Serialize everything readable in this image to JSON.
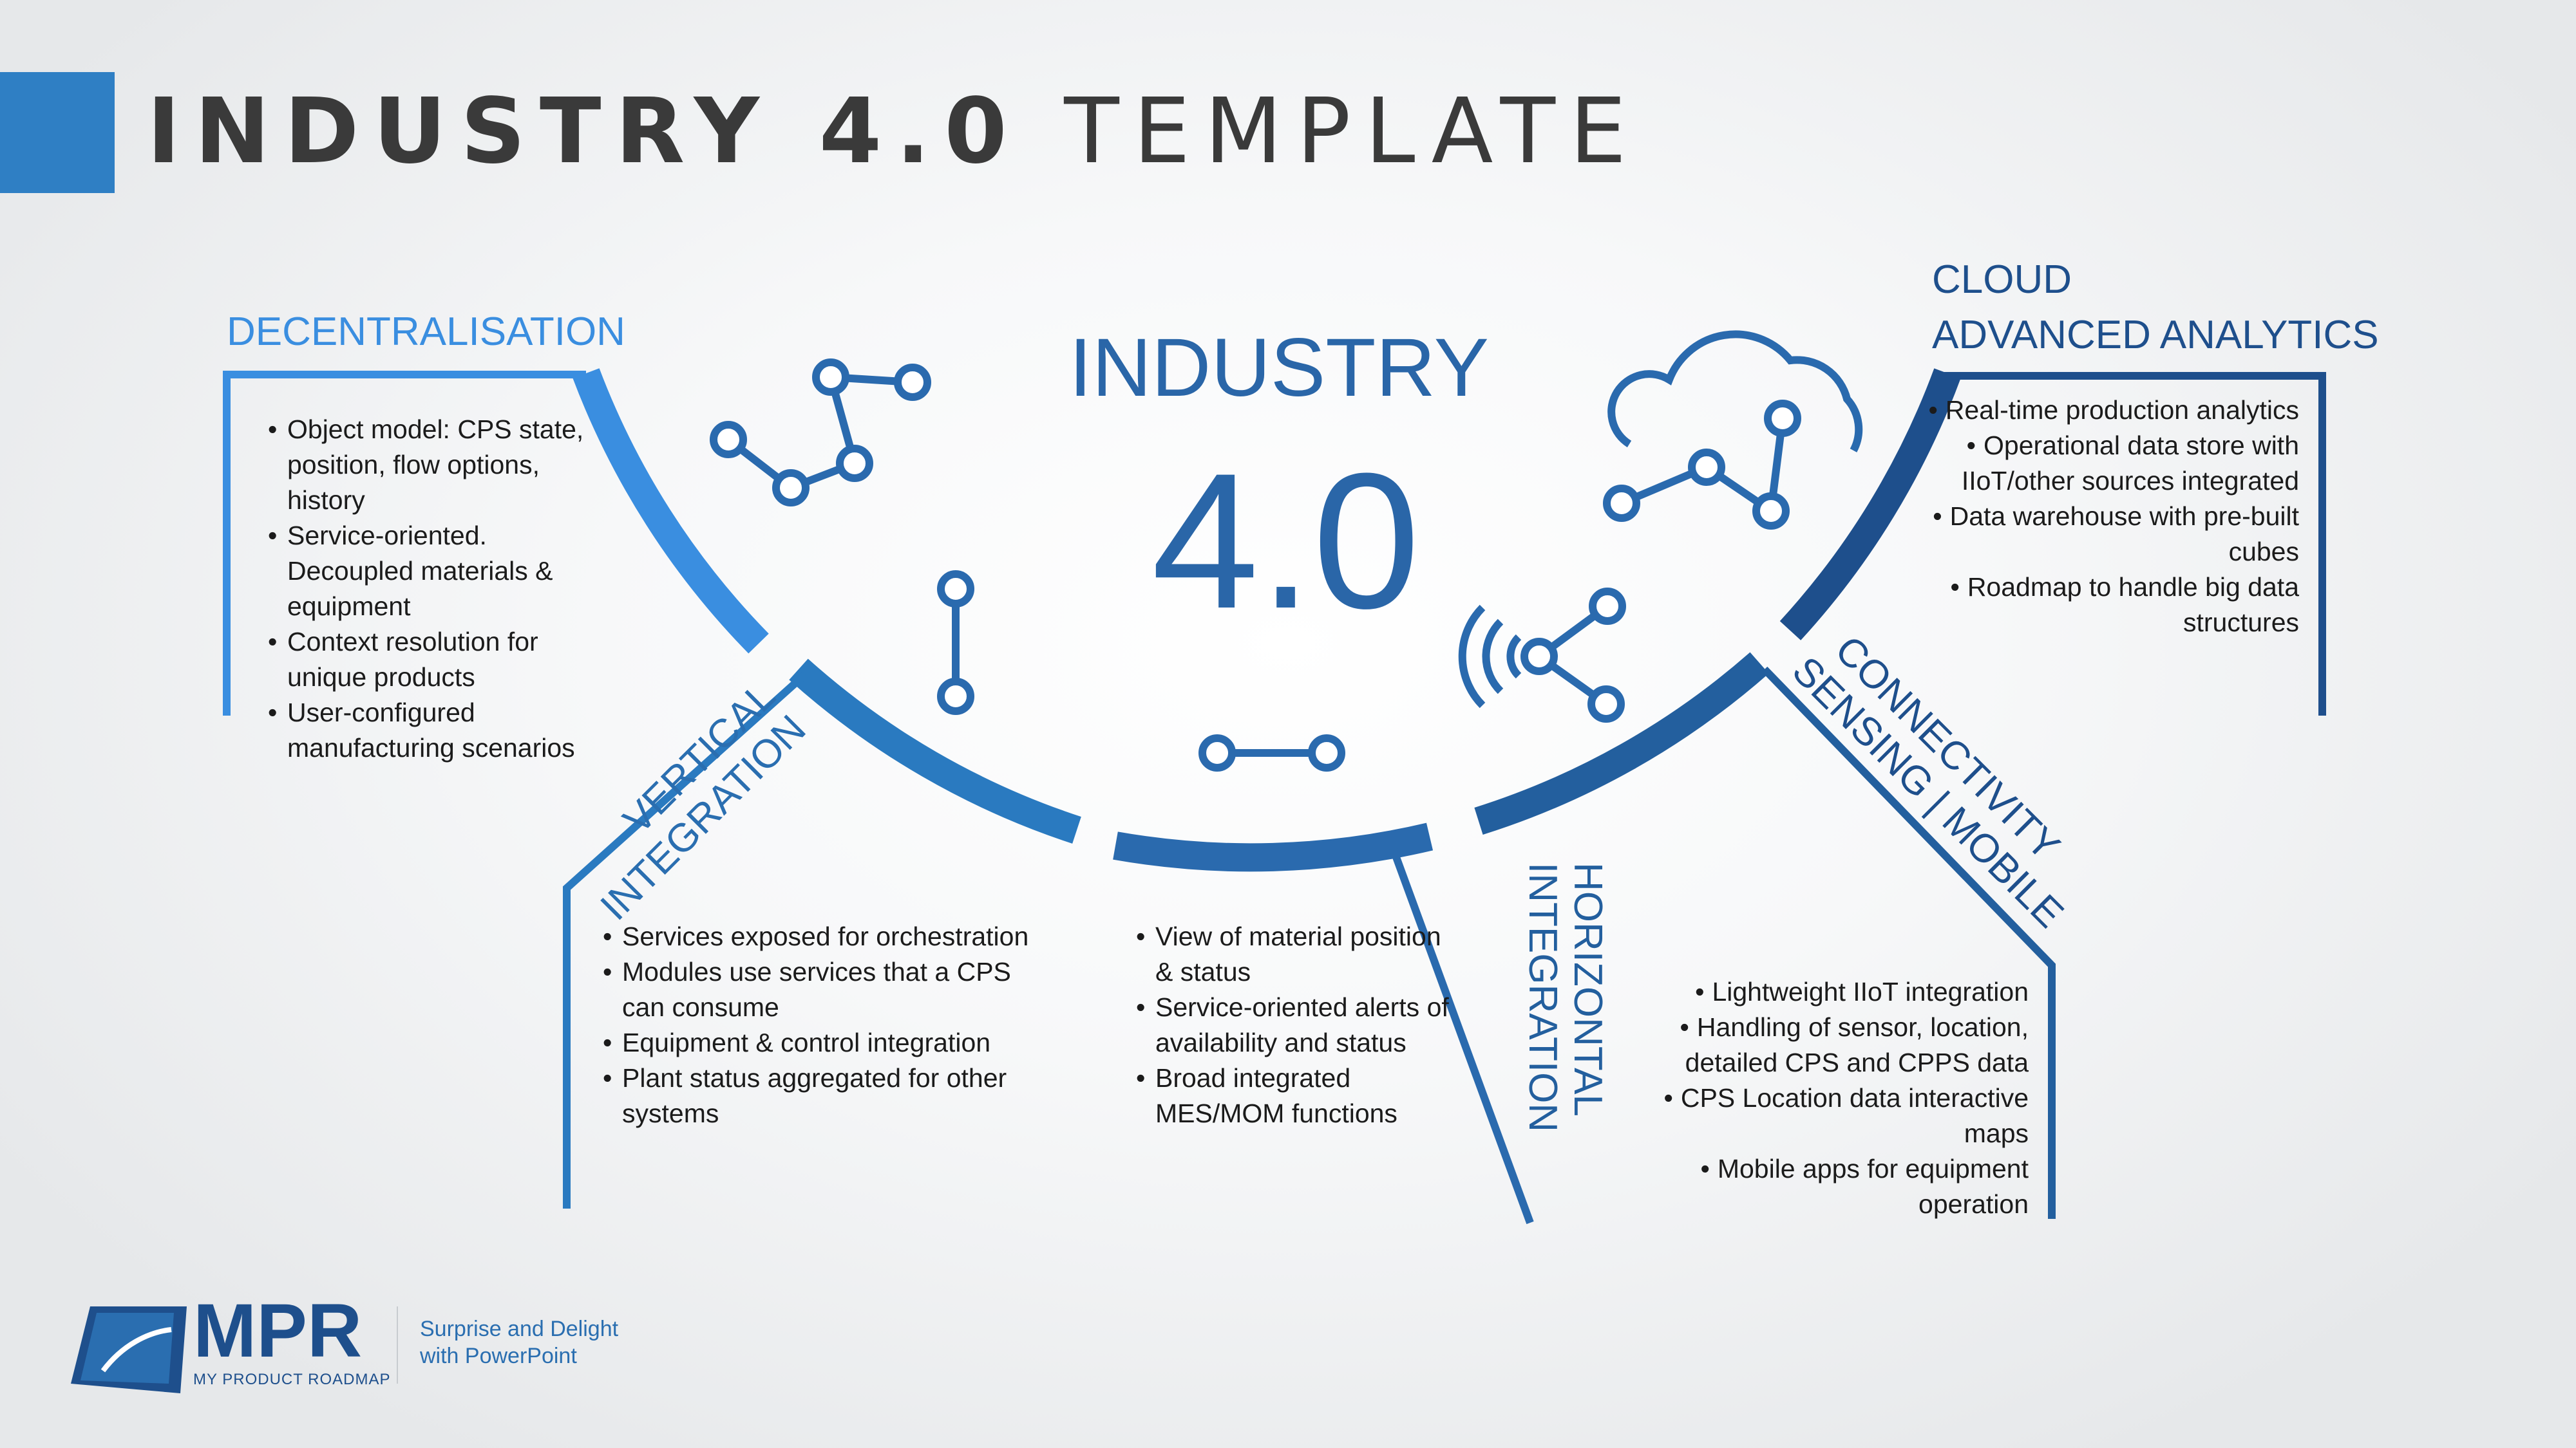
{
  "title": {
    "bold": "INDUSTRY 4.0",
    "light": "TEMPLATE"
  },
  "center": {
    "word": "INDUSTRY",
    "number": "4.0"
  },
  "colors": {
    "light_blue": "#3a8ee0",
    "mid_blue": "#2a7ac0",
    "dark_blue": "#1e4f8c",
    "title_gray": "#3a3a3a"
  },
  "sections": {
    "decentralisation": {
      "heading": "DECENTRALISATION",
      "bullets": [
        "Object model: CPS state, position, flow options, history",
        "Service-oriented. Decoupled materials & equipment",
        "Context resolution for unique products",
        "User-configured manufacturing scenarios"
      ]
    },
    "cloud": {
      "heading_line1": "CLOUD",
      "heading_line2": "ADVANCED ANALYTICS",
      "bullets": [
        "Real-time production analytics",
        "Operational data store with IIoT/other sources integrated",
        "Data warehouse with pre-built cubes",
        "Roadmap to handle big data structures"
      ]
    },
    "vertical": {
      "heading_line1": "VERTICAL",
      "heading_line2": "INTEGRATION",
      "bullets": [
        "Services exposed for orchestration",
        "Modules use services that a CPS can consume",
        "Equipment & control integration",
        "Plant status aggregated for other systems"
      ]
    },
    "middle": {
      "bullets": [
        "View of material position & status",
        "Service-oriented alerts of availability and status",
        "Broad integrated MES/MOM functions"
      ]
    },
    "horizontal": {
      "heading_line1": "HORIZONTAL",
      "heading_line2": "INTEGRATION"
    },
    "connectivity": {
      "heading_line1": "CONNECTIVITY",
      "heading_line2": "SENSING | MOBILE",
      "bullets": [
        "Lightweight IIoT integration",
        "Handling of sensor, location, detailed CPS and CPPS data",
        "CPS Location data interactive maps",
        "Mobile apps for equipment operation"
      ]
    }
  },
  "icons": [
    "network-nodes-icon",
    "cloud-network-icon",
    "vertical-link-icon",
    "horizontal-link-icon",
    "wireless-share-icon"
  ],
  "logo": {
    "text": "MPR",
    "subtitle": "MY PRODUCT ROADMAP",
    "tagline_line1": "Surprise and Delight",
    "tagline_line2": "with PowerPoint"
  }
}
